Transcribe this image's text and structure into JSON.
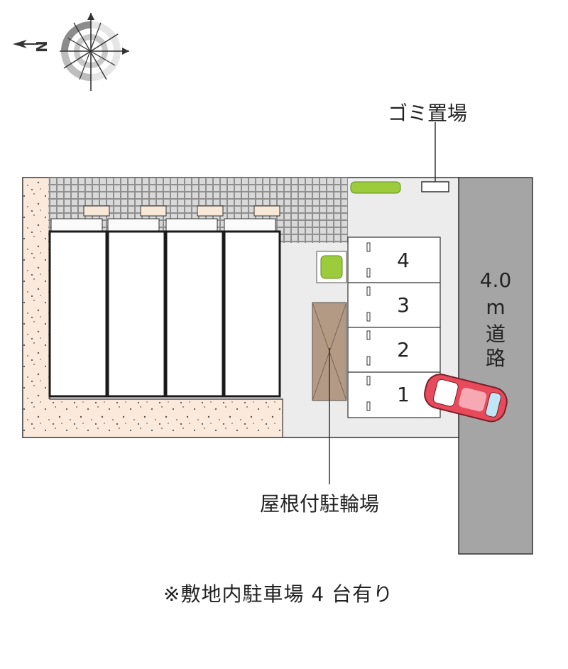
{
  "labels": {
    "garbage": "ゴミ置場",
    "bike_parking": "屋根付駐輪場",
    "road_width": "4.0",
    "road_unit": "m",
    "road_name": "道路",
    "footnote": "※敷地内駐車場 4 台有り"
  },
  "compass": {
    "north_letter": "N",
    "north_direction": "left"
  },
  "parking_slots": [
    "4",
    "3",
    "2",
    "1"
  ],
  "colors": {
    "road": "#a5a5a5",
    "site_ground": "#ececec",
    "sand": "#fbe9dc",
    "tile": "#cfcfcf",
    "greenery": "#9ccc3c",
    "bike_shelter": "#b29a84",
    "car": "#e74a5a",
    "line": "#333333"
  },
  "icons": {
    "compass": "compass-rose-icon",
    "car": "car-icon"
  }
}
